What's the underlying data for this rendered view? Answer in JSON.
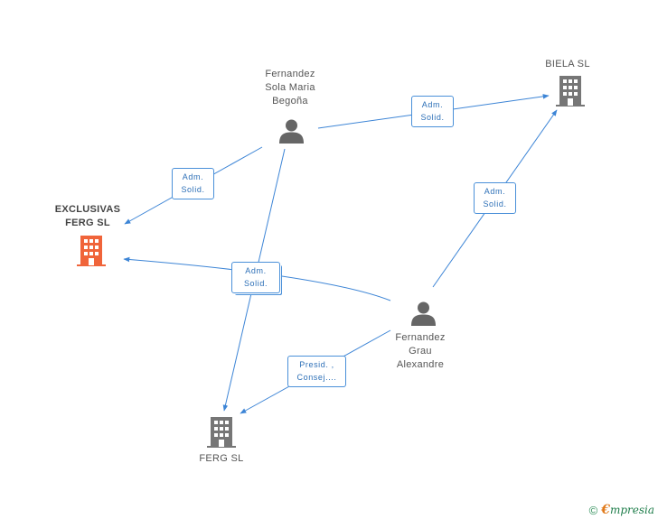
{
  "colors": {
    "edge": "#3d85d6",
    "company_main": "#f0643a",
    "company": "#767676",
    "person": "#666666",
    "label_border": "#4a90d9",
    "label_text": "#2c6fb7"
  },
  "nodes": {
    "person_fernandez_sola": {
      "label": "Fernandez\nSola Maria\nBegoña",
      "icon": "person-icon"
    },
    "company_biela": {
      "label": "BIELA SL",
      "icon": "building-icon"
    },
    "company_exclusivas": {
      "label": "EXCLUSIVAS\nFERG SL",
      "icon": "building-icon"
    },
    "person_fernandez_grau": {
      "label": "Fernandez\nGrau\nAlexandre",
      "icon": "person-icon"
    },
    "company_ferg": {
      "label": "FERG SL",
      "icon": "building-icon"
    }
  },
  "edges": {
    "sola_to_biela": {
      "line1": "Adm.",
      "line2": "Solid."
    },
    "sola_to_exclusivas": {
      "line1": "Adm.",
      "line2": "Solid."
    },
    "grau_to_biela": {
      "line1": "Adm.",
      "line2": "Solid."
    },
    "to_exclusivas_and_ferg": {
      "line1": "Adm.",
      "line2": "Solid."
    },
    "grau_to_ferg": {
      "line1": "Presid. ,",
      "line2": "Consej...."
    }
  },
  "footer": {
    "copyright": "©",
    "brand_first": "€",
    "brand_rest": "mpresia"
  }
}
